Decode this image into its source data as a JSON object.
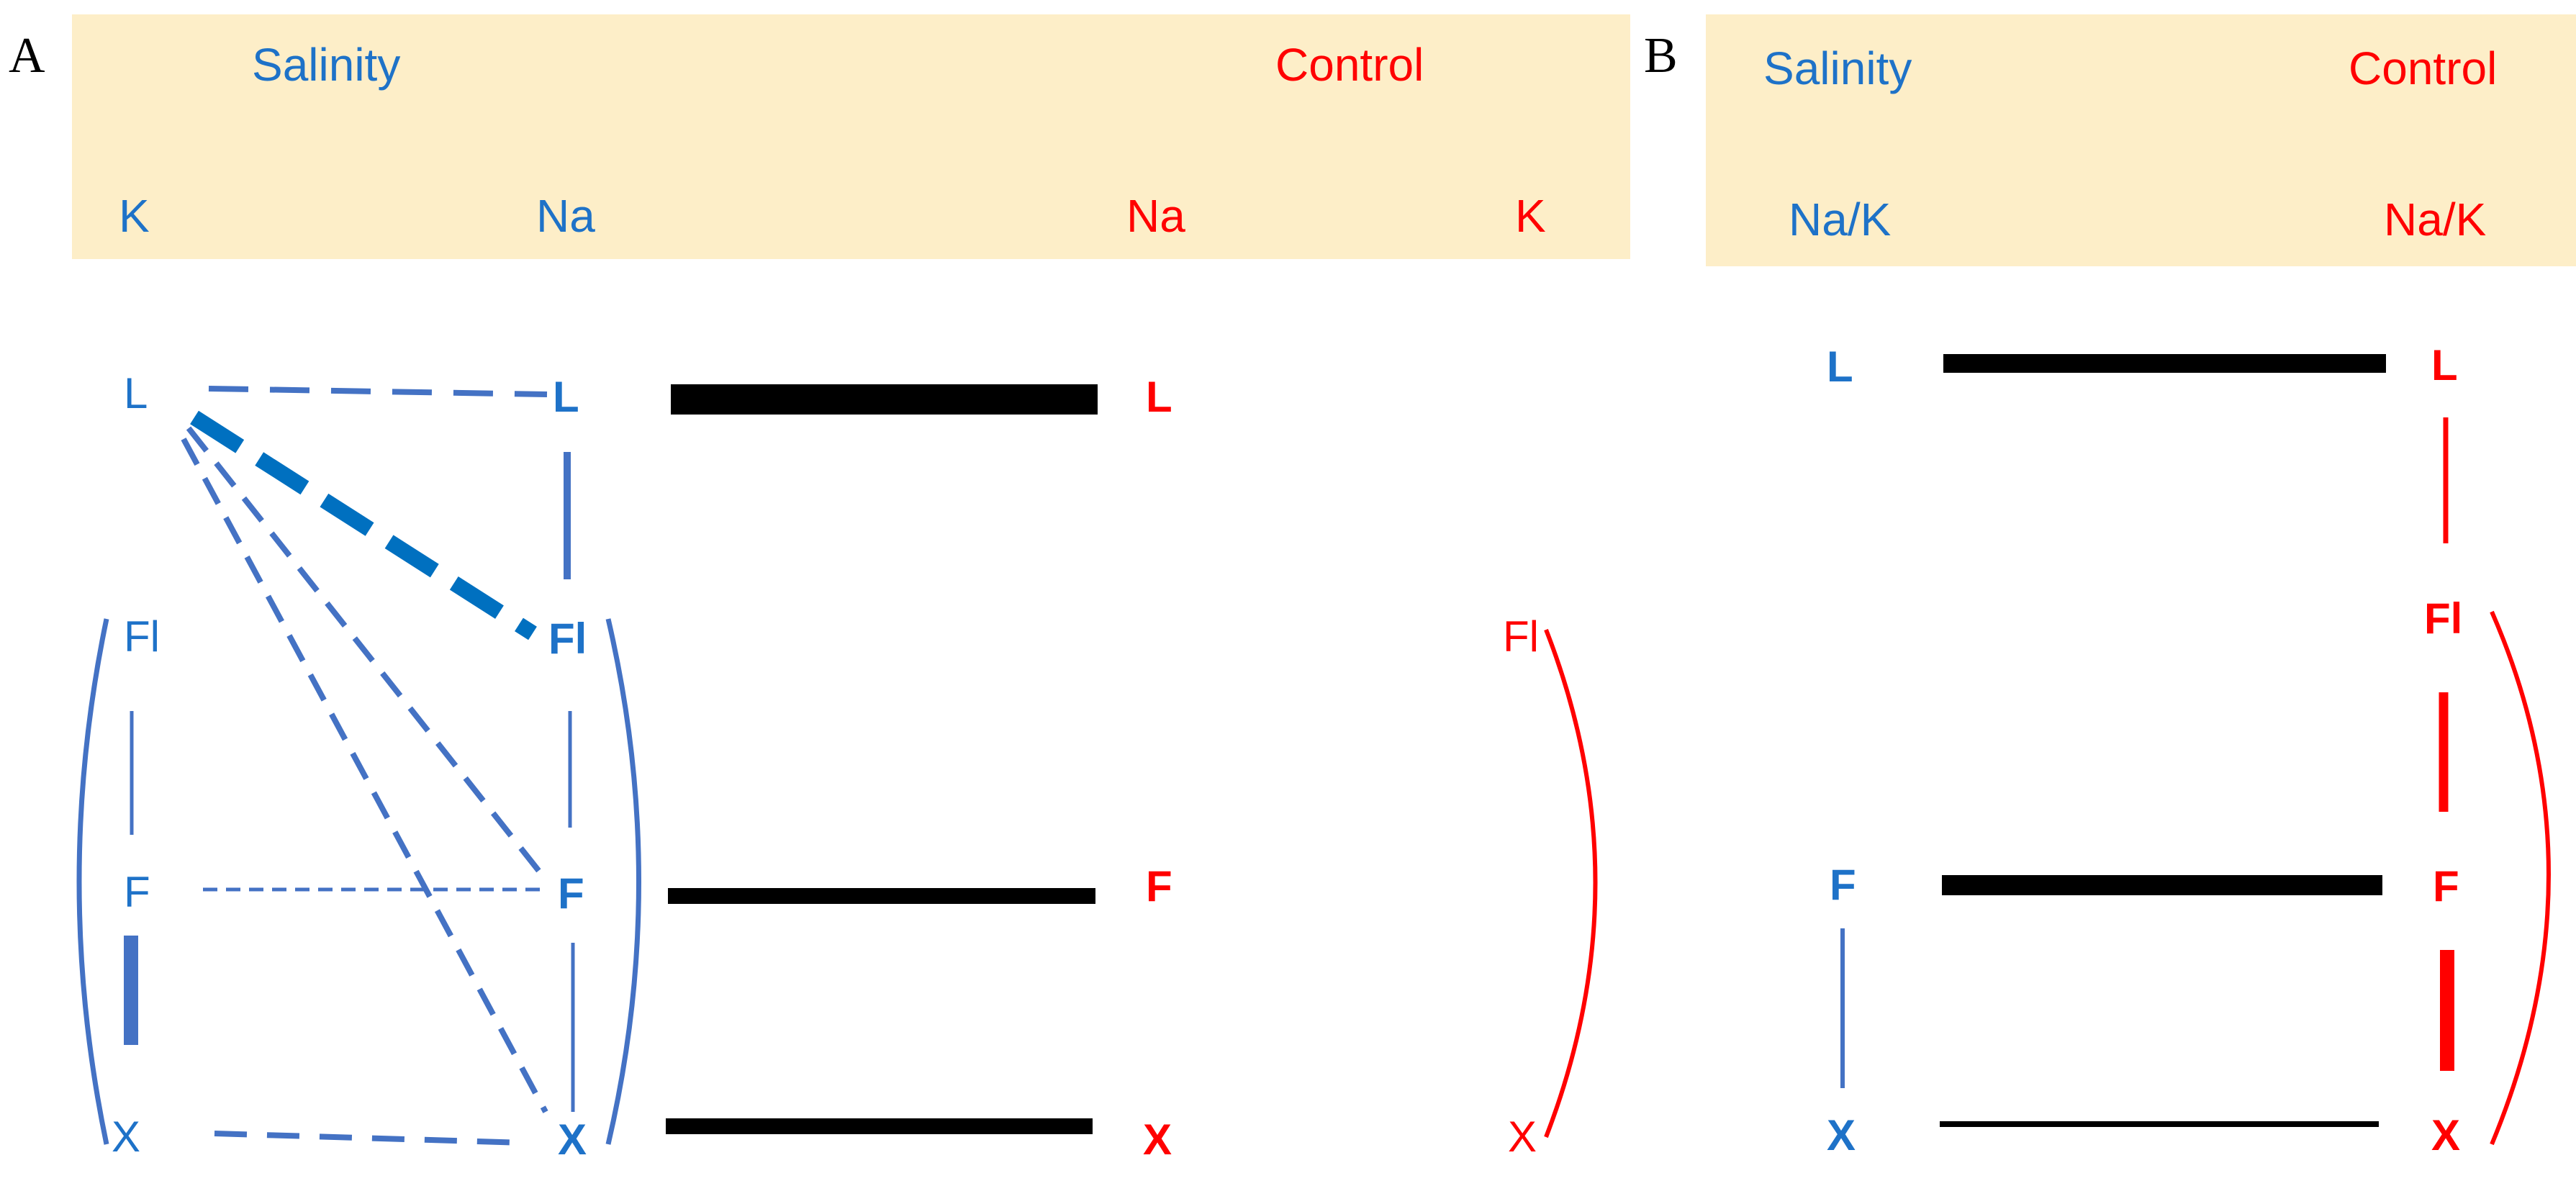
{
  "colors": {
    "salinity": "#1e72c8",
    "control": "#ff0000",
    "line_salinity": "#4472c4",
    "line_salinity_bold": "#0070c0",
    "banner": "#fdeec8",
    "black": "#000000"
  },
  "panel_a": {
    "letter": "A",
    "title_salinity": "Salinity",
    "title_control": "Control",
    "col_k": "K",
    "col_na": "Na",
    "col_control_na": "Na",
    "col_control_k": "K",
    "k_nodes": [
      "L",
      "Fl",
      "F",
      "X"
    ],
    "na_nodes": [
      "L",
      "Fl",
      "F",
      "X"
    ],
    "control_na_nodes": [
      "L",
      "F",
      "X"
    ],
    "control_k_nodes": [
      "Fl",
      "X"
    ]
  },
  "panel_b": {
    "letter": "B",
    "title_salinity": "Salinity",
    "title_control": "Control",
    "col_salinity": "Na/K",
    "col_control": "Na/K",
    "salinity_nodes": [
      "L",
      "F",
      "X"
    ],
    "control_nodes": [
      "L",
      "Fl",
      "F",
      "X"
    ]
  }
}
